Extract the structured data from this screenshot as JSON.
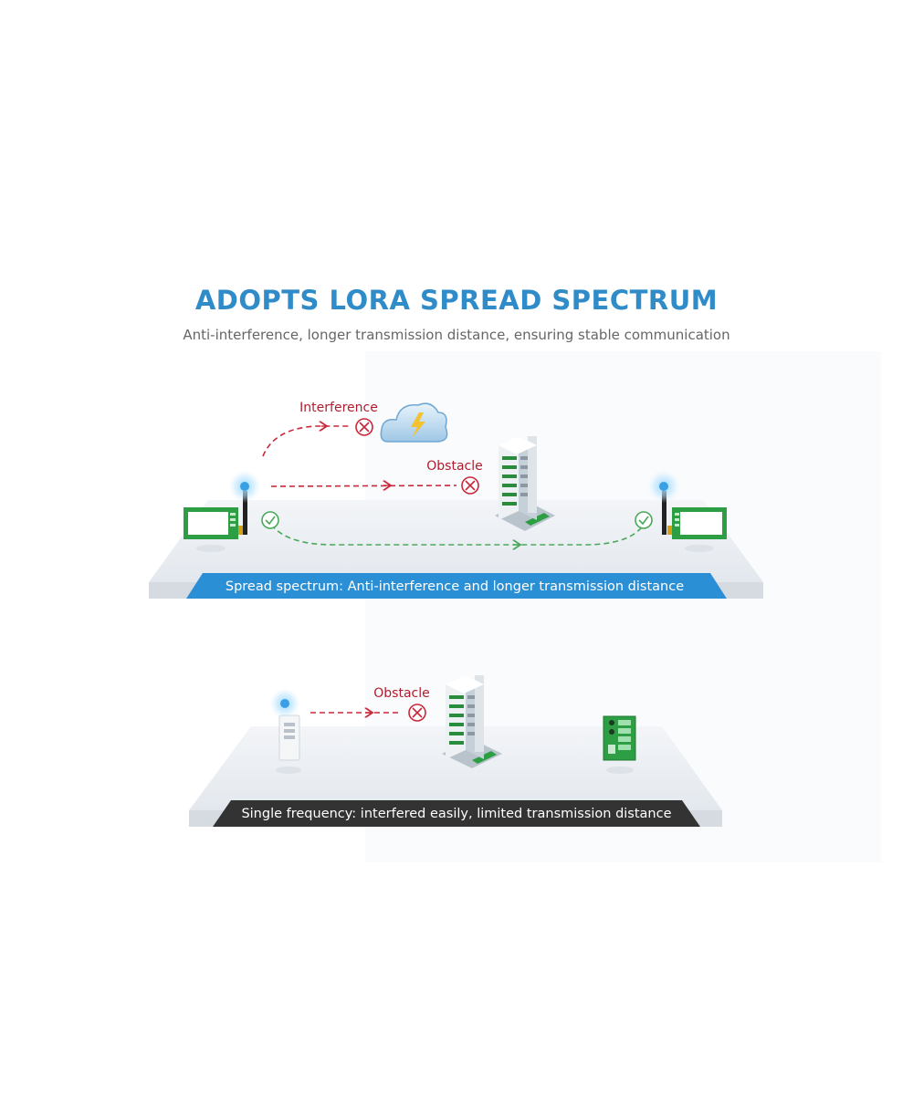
{
  "title": "ADOPTS LORA SPREAD SPECTRUM",
  "subtitle": "Anti-interference, longer transmission distance, ensuring stable communication",
  "top_scene": {
    "interference_label": "Interference",
    "obstacle_label": "Obstacle",
    "banner": "Spread spectrum: Anti-interference and longer transmission distance"
  },
  "bottom_scene": {
    "obstacle_label": "Obstacle",
    "banner": "Single frequency: interfered easily, limited transmission distance"
  },
  "colors": {
    "title": "#2f8cc8",
    "blocked_path": "#c8283a",
    "success_path": "#4aa85a",
    "banner_top": "#2b8fd6",
    "banner_bottom": "#333333",
    "module_green": "#2e9e45"
  }
}
